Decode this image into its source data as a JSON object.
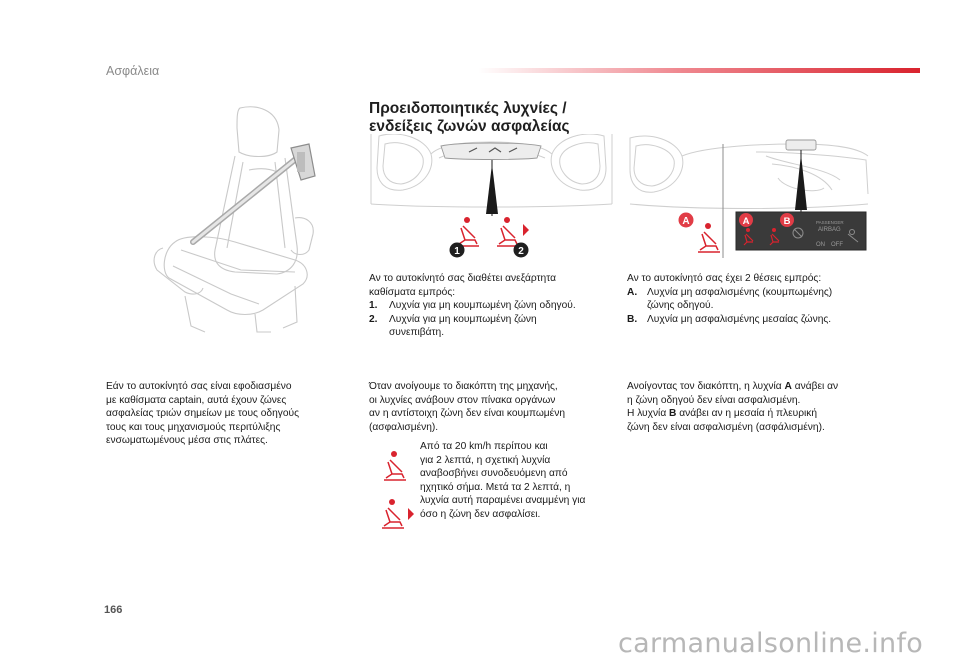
{
  "header": {
    "section": "Ασφάλεια"
  },
  "title": {
    "line1": "Προειδοποιητικές λυχνίες /",
    "line2": "ενδείξεις ζωνών ασφαλείας"
  },
  "seat_paragraph": [
    "Εάν το αυτοκίνητό σας είναι εφοδιασμένο",
    "με καθίσματα captain, αυτά έχουν ζώνες",
    "ασφαλείας τριών σημείων με τους οδηγούς",
    "τους και τους μηχανισμούς περιτύλιξης",
    "ενσωματωμένους μέσα στις πλάτες."
  ],
  "middle_figure": {
    "callout_1": "1",
    "callout_2": "2"
  },
  "right_figure": {
    "callout_a": "A",
    "callout_b": "B",
    "panel_badge_a": "A",
    "panel_badge_b": "B",
    "panel_text_1": "PASSENGER",
    "panel_text_2": "AIRBAG",
    "panel_on": "ON",
    "panel_off": "OFF"
  },
  "middle_text": {
    "intro": [
      "Αν το αυτοκίνητό σας διαθέτει ανεξάρτητα",
      "καθίσματα εμπρός:"
    ],
    "items": [
      {
        "num": "1.",
        "lines": [
          "Λυχνία για μη κουμπωμένη ζώνη οδηγού."
        ]
      },
      {
        "num": "2.",
        "lines": [
          "Λυχνία για μη κουμπωμένη ζώνη",
          "συνεπιβάτη."
        ]
      }
    ]
  },
  "right_text": {
    "intro": "Αν το αυτοκίνητό σας έχει 2 θέσεις εμπρός:",
    "items": [
      {
        "num": "A.",
        "lines": [
          "Λυχνία μη ασφαλισμένης (κουμπωμένης)",
          "ζώνης οδηγού."
        ]
      },
      {
        "num": "B.",
        "lines": [
          "Λυχνία μη ασφαλισμένης μεσαίας ζώνης."
        ]
      }
    ]
  },
  "middle_text2": {
    "lines": [
      "Όταν ανοίγουμε το διακόπτη της μηχανής,",
      "οι λυχνίες ανάβουν στον πίνακα οργάνων",
      "αν η αντίστοιχη ζώνη δεν είναι κουμπωμένη",
      "(ασφαλισμένη)."
    ],
    "speed_lines": [
      "Από τα 20 km/h περίπου και",
      "για 2 λεπτά, η σχετική λυχνία",
      "αναβοσβήνει συνοδευόμενη από",
      "ηχητικό σήμα. Μετά τα 2 λεπτά, η",
      "λυχνία αυτή παραμένει αναμμένη για",
      "όσο η ζώνη δεν ασφαλίσει."
    ]
  },
  "right_text2": {
    "line1_before": "Ανοίγοντας τον διακόπτη, η λυχνία ",
    "line1_bold": "A",
    "line1_after": " ανάβει αν",
    "line2": "η ζώνη οδηγού δεν είναι ασφαλισμένη.",
    "line3_before": "Η λυχνία ",
    "line3_bold": "B",
    "line3_after": " ανάβει αν η μεσαία ή πλευρική",
    "line4": "ζώνη δεν είναι ασφαλισμένη (ασφάλισμένη)."
  },
  "footer": {
    "page_number": "166",
    "watermark": "carmanualsonline.info"
  },
  "colors": {
    "accent_red": "#d9232e",
    "line_gray": "#c8c8c8",
    "text": "#1a1a1a"
  }
}
